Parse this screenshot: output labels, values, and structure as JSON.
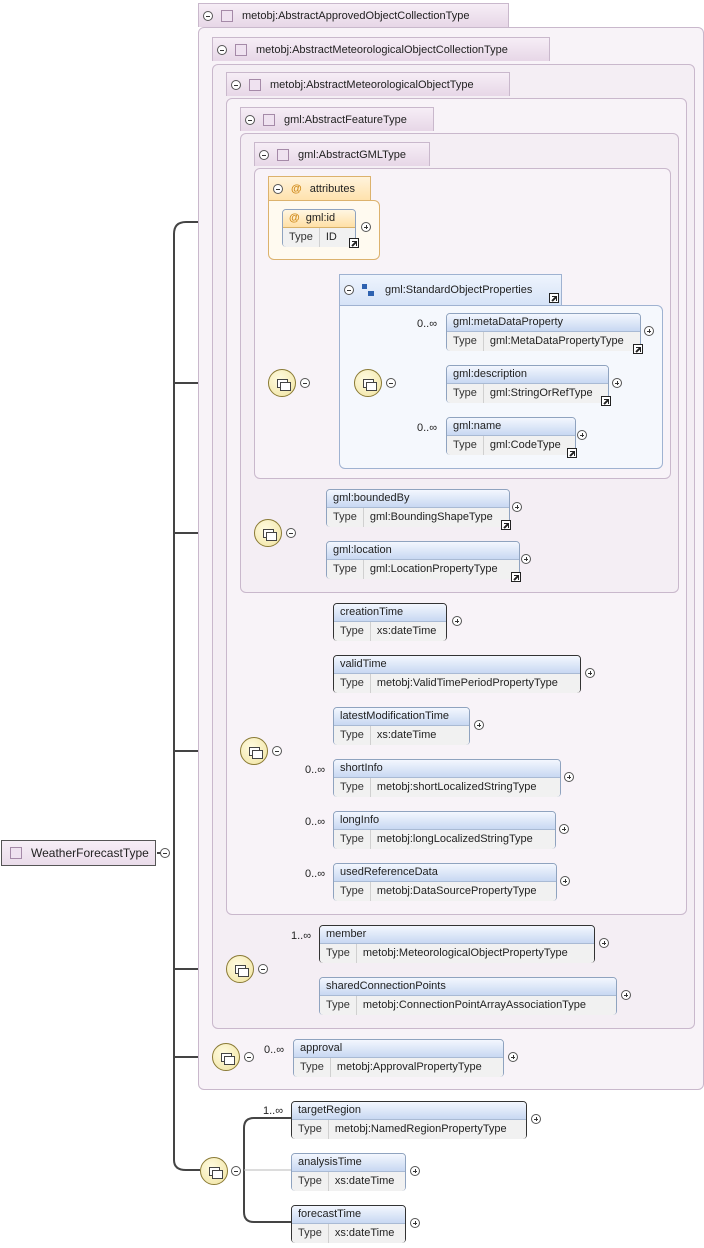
{
  "root": {
    "name": "WeatherForecastType"
  },
  "base_types": [
    "metobj:AbstractApprovedObjectCollectionType",
    "metobj:AbstractMeteorologicalObjectCollectionType",
    "metobj:AbstractMeteorologicalObjectType",
    "gml:AbstractFeatureType",
    "gml:AbstractGMLType"
  ],
  "type_label": "Type",
  "attributes": {
    "header": "attributes",
    "items": [
      {
        "name": "gml:id",
        "type": "ID"
      }
    ]
  },
  "group": {
    "name": "gml:StandardObjectProperties"
  },
  "elements": {
    "metaDataProperty": {
      "name": "gml:metaDataProperty",
      "type": "gml:MetaDataPropertyType",
      "card": "0..∞"
    },
    "description": {
      "name": "gml:description",
      "type": "gml:StringOrRefType"
    },
    "gmlname": {
      "name": "gml:name",
      "type": "gml:CodeType",
      "card": "0..∞"
    },
    "boundedBy": {
      "name": "gml:boundedBy",
      "type": "gml:BoundingShapeType"
    },
    "location": {
      "name": "gml:location",
      "type": "gml:LocationPropertyType"
    },
    "creationTime": {
      "name": "creationTime",
      "type": "xs:dateTime"
    },
    "validTime": {
      "name": "validTime",
      "type": "metobj:ValidTimePeriodPropertyType"
    },
    "latestModificationTime": {
      "name": "latestModificationTime",
      "type": "xs:dateTime"
    },
    "shortInfo": {
      "name": "shortInfo",
      "type": "metobj:shortLocalizedStringType",
      "card": "0..∞"
    },
    "longInfo": {
      "name": "longInfo",
      "type": "metobj:longLocalizedStringType",
      "card": "0..∞"
    },
    "usedReferenceData": {
      "name": "usedReferenceData",
      "type": "metobj:DataSourcePropertyType",
      "card": "0..∞"
    },
    "member": {
      "name": "member",
      "type": "metobj:MeteorologicalObjectPropertyType",
      "card": "1..∞"
    },
    "sharedConnectionPoints": {
      "name": "sharedConnectionPoints",
      "type": "metobj:ConnectionPointArrayAssociationType"
    },
    "approval": {
      "name": "approval",
      "type": "metobj:ApprovalPropertyType",
      "card": "0..∞"
    },
    "targetRegion": {
      "name": "targetRegion",
      "type": "metobj:NamedRegionPropertyType",
      "card": "1..∞"
    },
    "analysisTime": {
      "name": "analysisTime",
      "type": "xs:dateTime"
    },
    "forecastTime": {
      "name": "forecastTime",
      "type": "xs:dateTime"
    }
  }
}
